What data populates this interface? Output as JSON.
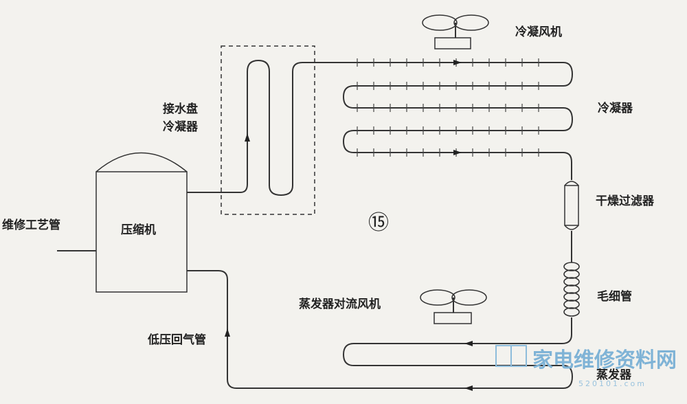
{
  "labels": {
    "condenser_fan": "冷凝风机",
    "drip_tray_condenser_line1": "接水盘",
    "drip_tray_condenser_line2": "冷凝器",
    "condenser": "冷凝器",
    "drier_filter": "干燥过滤器",
    "service_process_tube": "维修工艺管",
    "compressor": "压缩机",
    "circle_number": "⑮",
    "capillary_tube": "毛细管",
    "evaporator_fan": "蒸发器对流风机",
    "low_pressure_return": "低压回气管",
    "evaporator": "蒸发器"
  },
  "watermark": {
    "text": "家电维修资料网",
    "url": "520101.com"
  },
  "colors": {
    "line": "#333333",
    "background": "#f3f2ee",
    "watermark": "#7fb3d6"
  }
}
